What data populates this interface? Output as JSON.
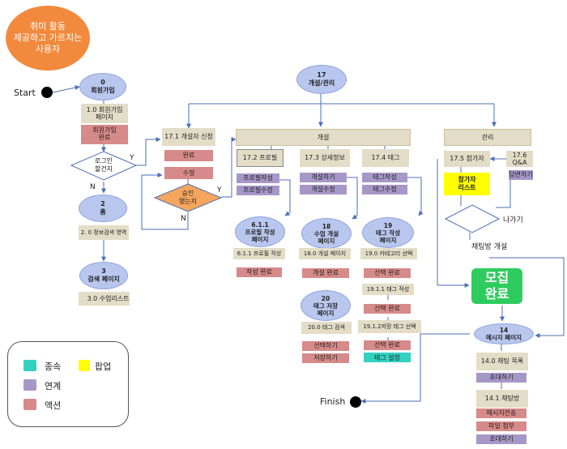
{
  "colors": {
    "action": "#d68a89",
    "link": "#a797c8",
    "sub": "#33d1c1",
    "popup": "#ffff00",
    "page": "#b9c7ef",
    "content": "#e3dcc7",
    "user": "#f28a3e",
    "done": "#2ecc5e"
  },
  "user": "취미 활동\n제공하고 가르치는\n사용자",
  "start": "Start",
  "finish": "Finish",
  "signup": {
    "title": "0\n회원가입",
    "page": "1.0 회원가입\n페이지",
    "done": "회원가입\n완료"
  },
  "login": {
    "question": "로그인\n할건지",
    "yes": "Y",
    "no": "N"
  },
  "home": {
    "title": "2\n홈",
    "area": "2. 0 정보검색 영역"
  },
  "search": {
    "title": "3\n검색 페이지",
    "list": "3.0 수업리스트"
  },
  "manage": {
    "title": "17\n개설/관리"
  },
  "apply": {
    "label": "17.1 개설자 신청",
    "done": "완료",
    "edit": "수정"
  },
  "approval": {
    "question": "승인\n됐는지",
    "yes": "Y",
    "no": "N"
  },
  "open_section": {
    "label": "개설"
  },
  "manage_section": {
    "label": "관리"
  },
  "profile": {
    "label": "17.2 프로필",
    "write": "프로필작성",
    "edit": "프로필수정"
  },
  "detail": {
    "label": "17.3 상세정보",
    "open": "개설하기",
    "edit": "개설수정"
  },
  "tag": {
    "label": "17.4 태그",
    "write": "태그작성",
    "edit": "태그수정"
  },
  "participants": {
    "label": "17.5 참가자",
    "popup": "참가자\n리스트"
  },
  "qa": {
    "label": "17.6 Q&A",
    "answer": "답변하기"
  },
  "leave": {
    "label": "나가기"
  },
  "chat_open": {
    "label": "채팅방 개설"
  },
  "profile_page": {
    "title": "6.1.1\n프로필 작성\n페이지",
    "item": "6.1.1 프로필 작성",
    "done": "작성 완료"
  },
  "class_open_page": {
    "title": "18\n수업 개설\n페이지",
    "item": "18.0 개설 페이지",
    "done": "개설 완료"
  },
  "tag_write_page": {
    "title": "19\n태그 작성\n페이지",
    "item1": "19.0 카테고리 선택",
    "done1": "선택 완료",
    "item2": "19.1.1 태그 작성",
    "done2": "선택 완료",
    "item3": "19.1.2저장 태그 선택",
    "done3": "선택 완료",
    "setting": "태그 설정"
  },
  "tag_save_page": {
    "title": "20\n태그 저장\n페이지",
    "item": "20.0 태그 검색",
    "select": "선택하기",
    "save": "저장하기"
  },
  "recruit_done": "모집\n완료",
  "message": {
    "title": "14\n메시지 페이지",
    "list": "14.0 채팅 목록",
    "invite": "초대하기",
    "room": "14.1 채팅방",
    "send": "메시지전송",
    "attach": "파일 첨부",
    "invite2": "초대하기"
  },
  "legend": {
    "sub": "종속",
    "popup": "팝업",
    "link": "연계",
    "action": "액션"
  }
}
